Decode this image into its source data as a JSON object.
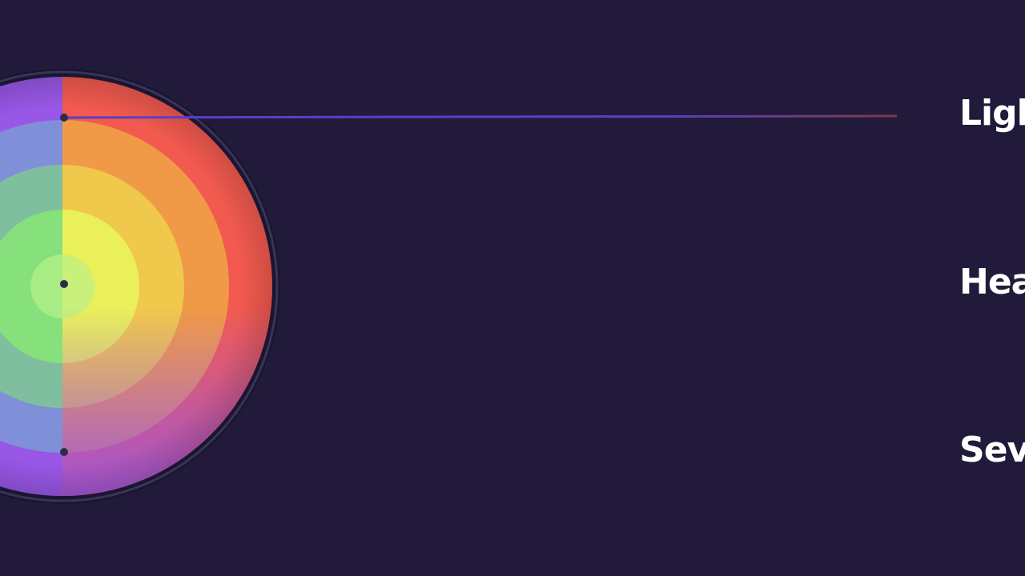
{
  "diagram": {
    "labels": {
      "top": "Ligh",
      "middle": "Hea",
      "bottom": "Seve"
    },
    "colors": {
      "background": "#211a3b",
      "ring_outer": "#f25a4f",
      "ring_2": "#f09a47",
      "ring_3": "#f0c84c",
      "ring_4": "#eaf05a",
      "center": "#c9f07a",
      "left_outer": "#9857e6",
      "left_2": "#7f8fd8",
      "left_3": "#7fbfa0",
      "left_4": "#86e07c",
      "line": "#5a3fc7",
      "line_fade": "#7a3a4a",
      "dot": "#2e2a4a"
    }
  }
}
